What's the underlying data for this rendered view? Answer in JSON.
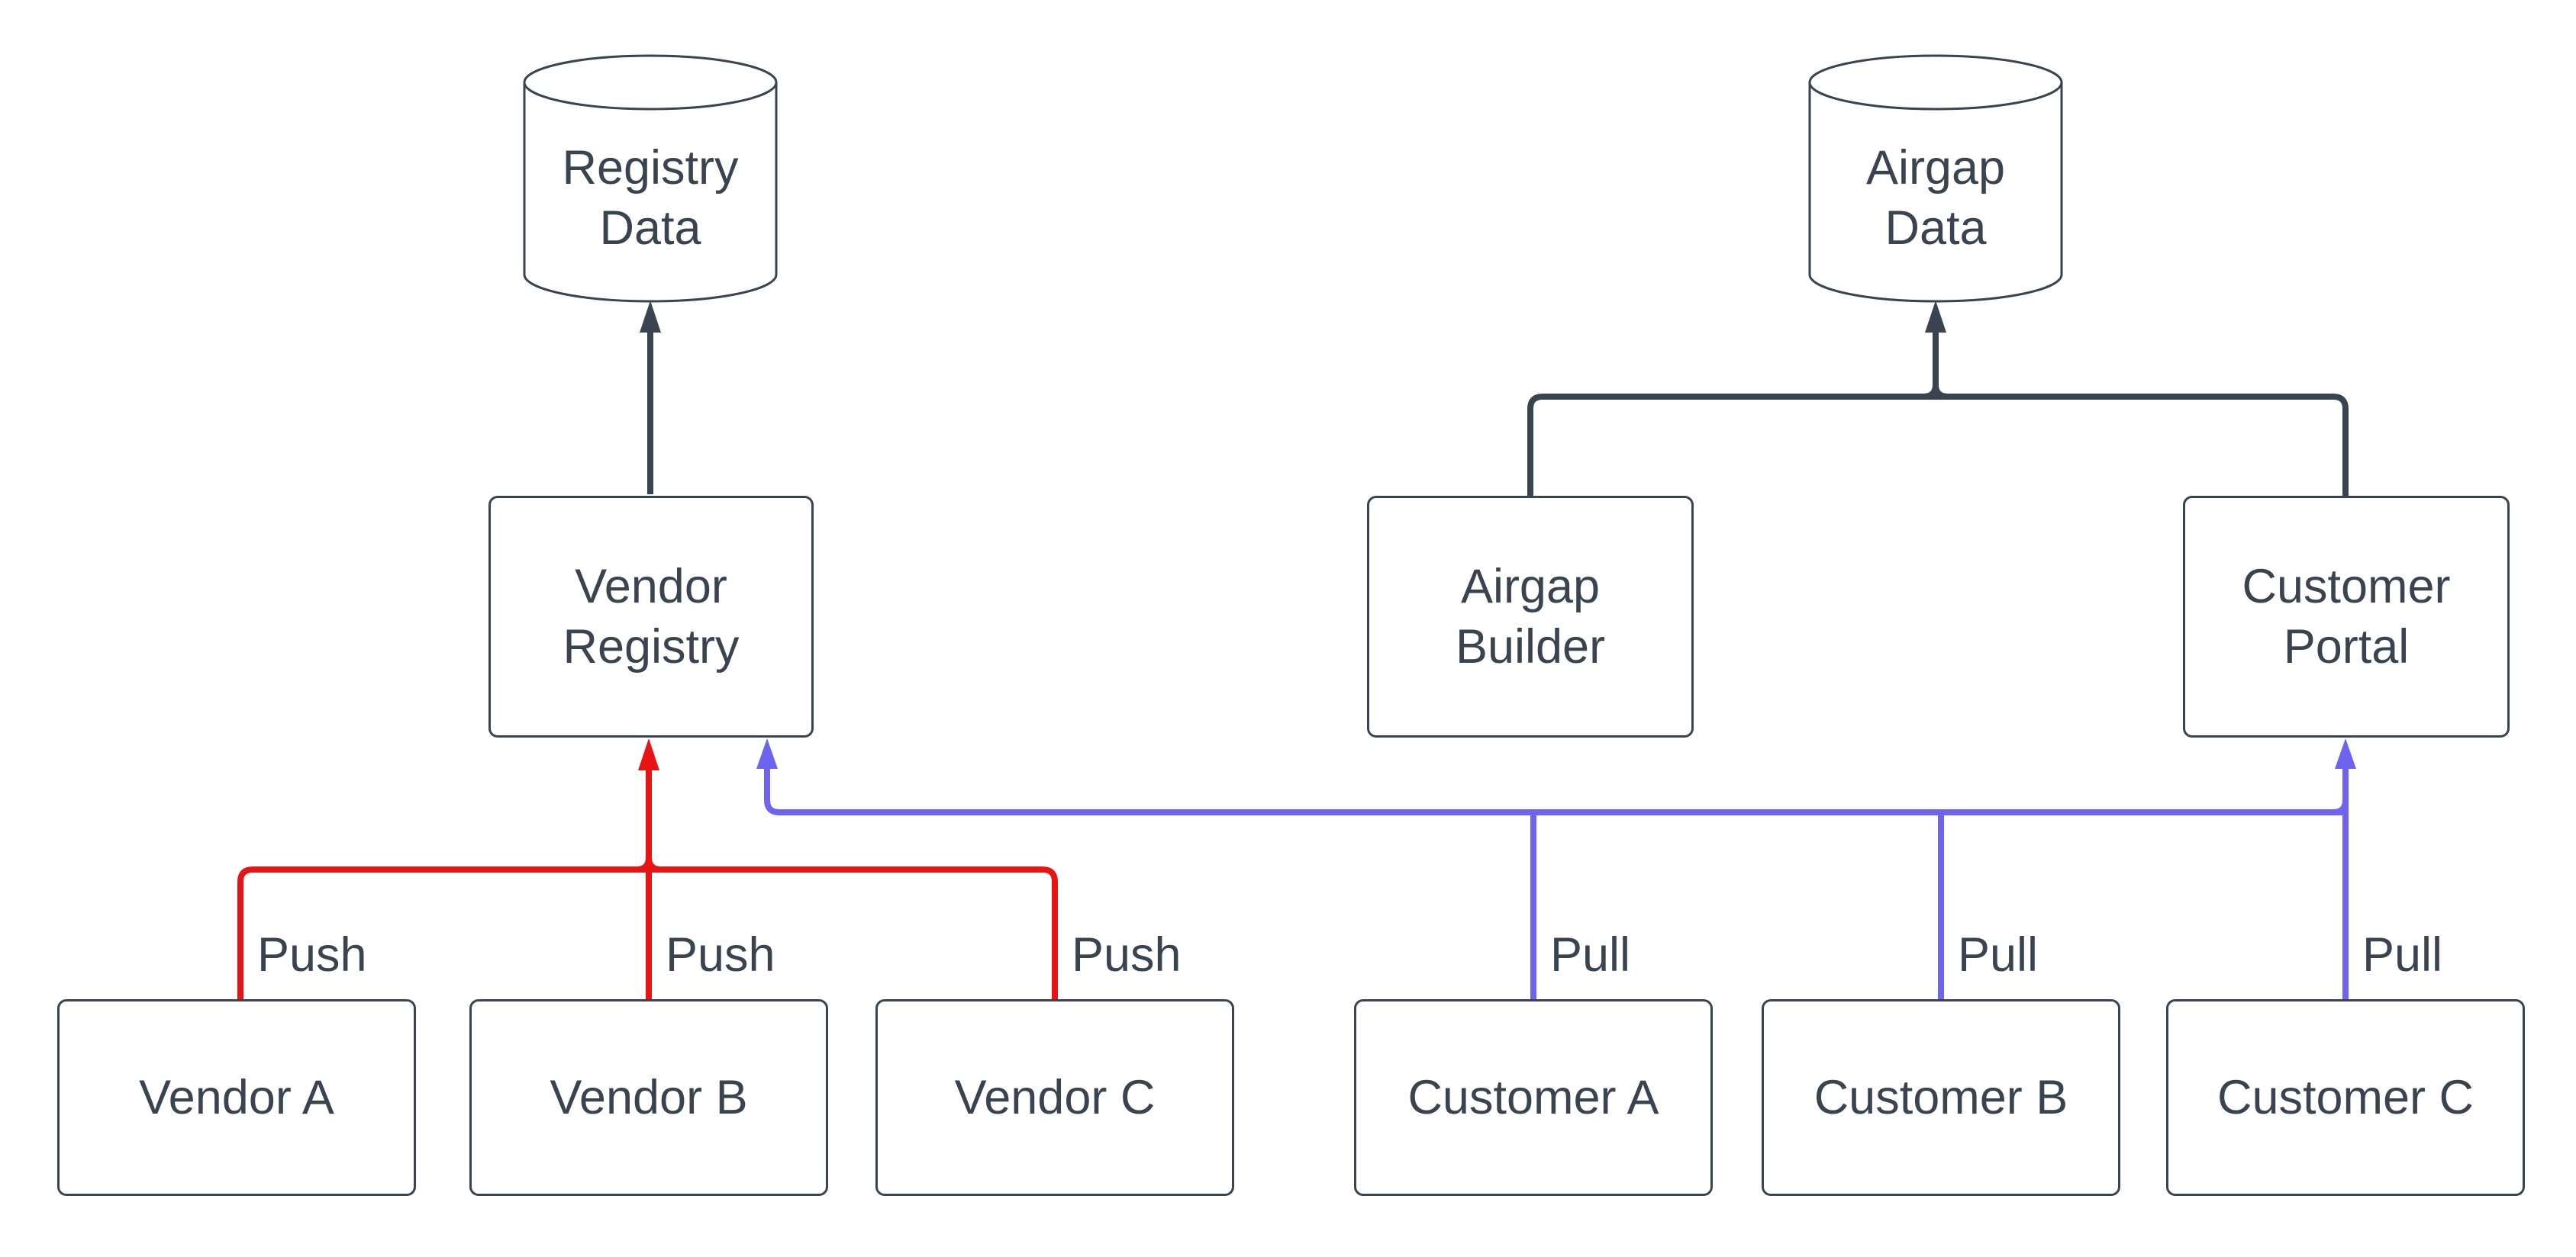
{
  "colors": {
    "neutral": "#3a4350",
    "push": "#e81313",
    "pull": "#6f63f2"
  },
  "nodes": {
    "registry_data": {
      "label": "Registry Data",
      "shape": "cylinder"
    },
    "airgap_data": {
      "label": "Airgap Data",
      "shape": "cylinder"
    },
    "vendor_registry": {
      "label": "Vendor Registry",
      "shape": "rectangle"
    },
    "airgap_builder": {
      "label": "Airgap Builder",
      "shape": "rectangle"
    },
    "customer_portal": {
      "label": "Customer Portal",
      "shape": "rectangle"
    },
    "vendor_a": {
      "label": "Vendor A",
      "shape": "rectangle"
    },
    "vendor_b": {
      "label": "Vendor B",
      "shape": "rectangle"
    },
    "vendor_c": {
      "label": "Vendor C",
      "shape": "rectangle"
    },
    "customer_a": {
      "label": "Customer A",
      "shape": "rectangle"
    },
    "customer_b": {
      "label": "Customer B",
      "shape": "rectangle"
    },
    "customer_c": {
      "label": "Customer C",
      "shape": "rectangle"
    }
  },
  "edges": {
    "push": {
      "labels": [
        "Push",
        "Push",
        "Push"
      ],
      "sources": [
        "vendor_a",
        "vendor_b",
        "vendor_c"
      ],
      "target": "vendor_registry"
    },
    "pull": {
      "labels": [
        "Pull",
        "Pull",
        "Pull"
      ],
      "sources": [
        "customer_a",
        "customer_b",
        "customer_c"
      ],
      "targets": [
        "vendor_registry",
        "customer_portal"
      ]
    },
    "store": {
      "sources": [
        "vendor_registry",
        "airgap_builder",
        "customer_portal"
      ],
      "targets": [
        "registry_data",
        "airgap_data",
        "airgap_data"
      ]
    }
  }
}
